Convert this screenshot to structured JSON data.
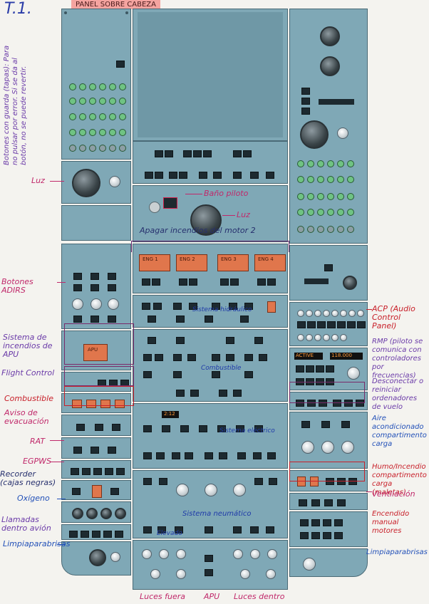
{
  "header": {
    "title": "T.1.",
    "subtitle": "PANEL SOBRE CABEZA"
  },
  "note": {
    "text": "Botones con guarda (tapas): Para no pulsar por error. Si se da al botón, no se puede revertir."
  },
  "labels_left": {
    "luz": "Luz",
    "adirs": "Botones ADIRS",
    "apu_fire": "Sistema de incendios de APU",
    "flight_control": "Flight Control",
    "combustible": "Combustible",
    "evacuacion": "Aviso de evacuación",
    "rat": "RAT",
    "egpws": "EGPWS",
    "recorder": "Recorder (cajas negras)",
    "oxigeno": "Oxígeno",
    "llamadas": "Llamadas dentro avión",
    "limpiaparabrisas_left": "Limpiaparabrisas"
  },
  "labels_right": {
    "acp": "ACP (Audio Control Panel)",
    "rmp": "RMP (piloto se comunica con controladores por frecuencias)",
    "desconectar": "Desconectar o reiniciar ordenadores de vuelo",
    "aire": "Aire acondicionado compartimento carga",
    "humo": "Humo/Incendio compartimento carga (maletas)",
    "ventilacion": "Ventilación",
    "encendido": "Encendido manual motores",
    "limpiaparabrisas_right": "Limpiaparabrisas"
  },
  "labels_bottom": {
    "luces_fuera": "Luces fuera",
    "apu": "APU",
    "luces_dentro": "Luces dentro"
  },
  "labels_center": {
    "bano": "Baño piloto",
    "luz_center": "Luz",
    "apagar": "Apagar incendios del motor 2",
    "sis_hidraulico": "Sistema hidráulico",
    "combustible_center": "Combustible",
    "sis_electrico": "Sistema eléctrico",
    "sis_neumatico": "Sistema neumático",
    "estado": "Elevado",
    "apu_box": "APU"
  },
  "engine_labels": [
    "ENG 1",
    "ENG 2",
    "ENG 3",
    "ENG 4"
  ],
  "rmp_display": [
    "ACTIVE",
    "118.000"
  ],
  "clock_display": "2:12"
}
